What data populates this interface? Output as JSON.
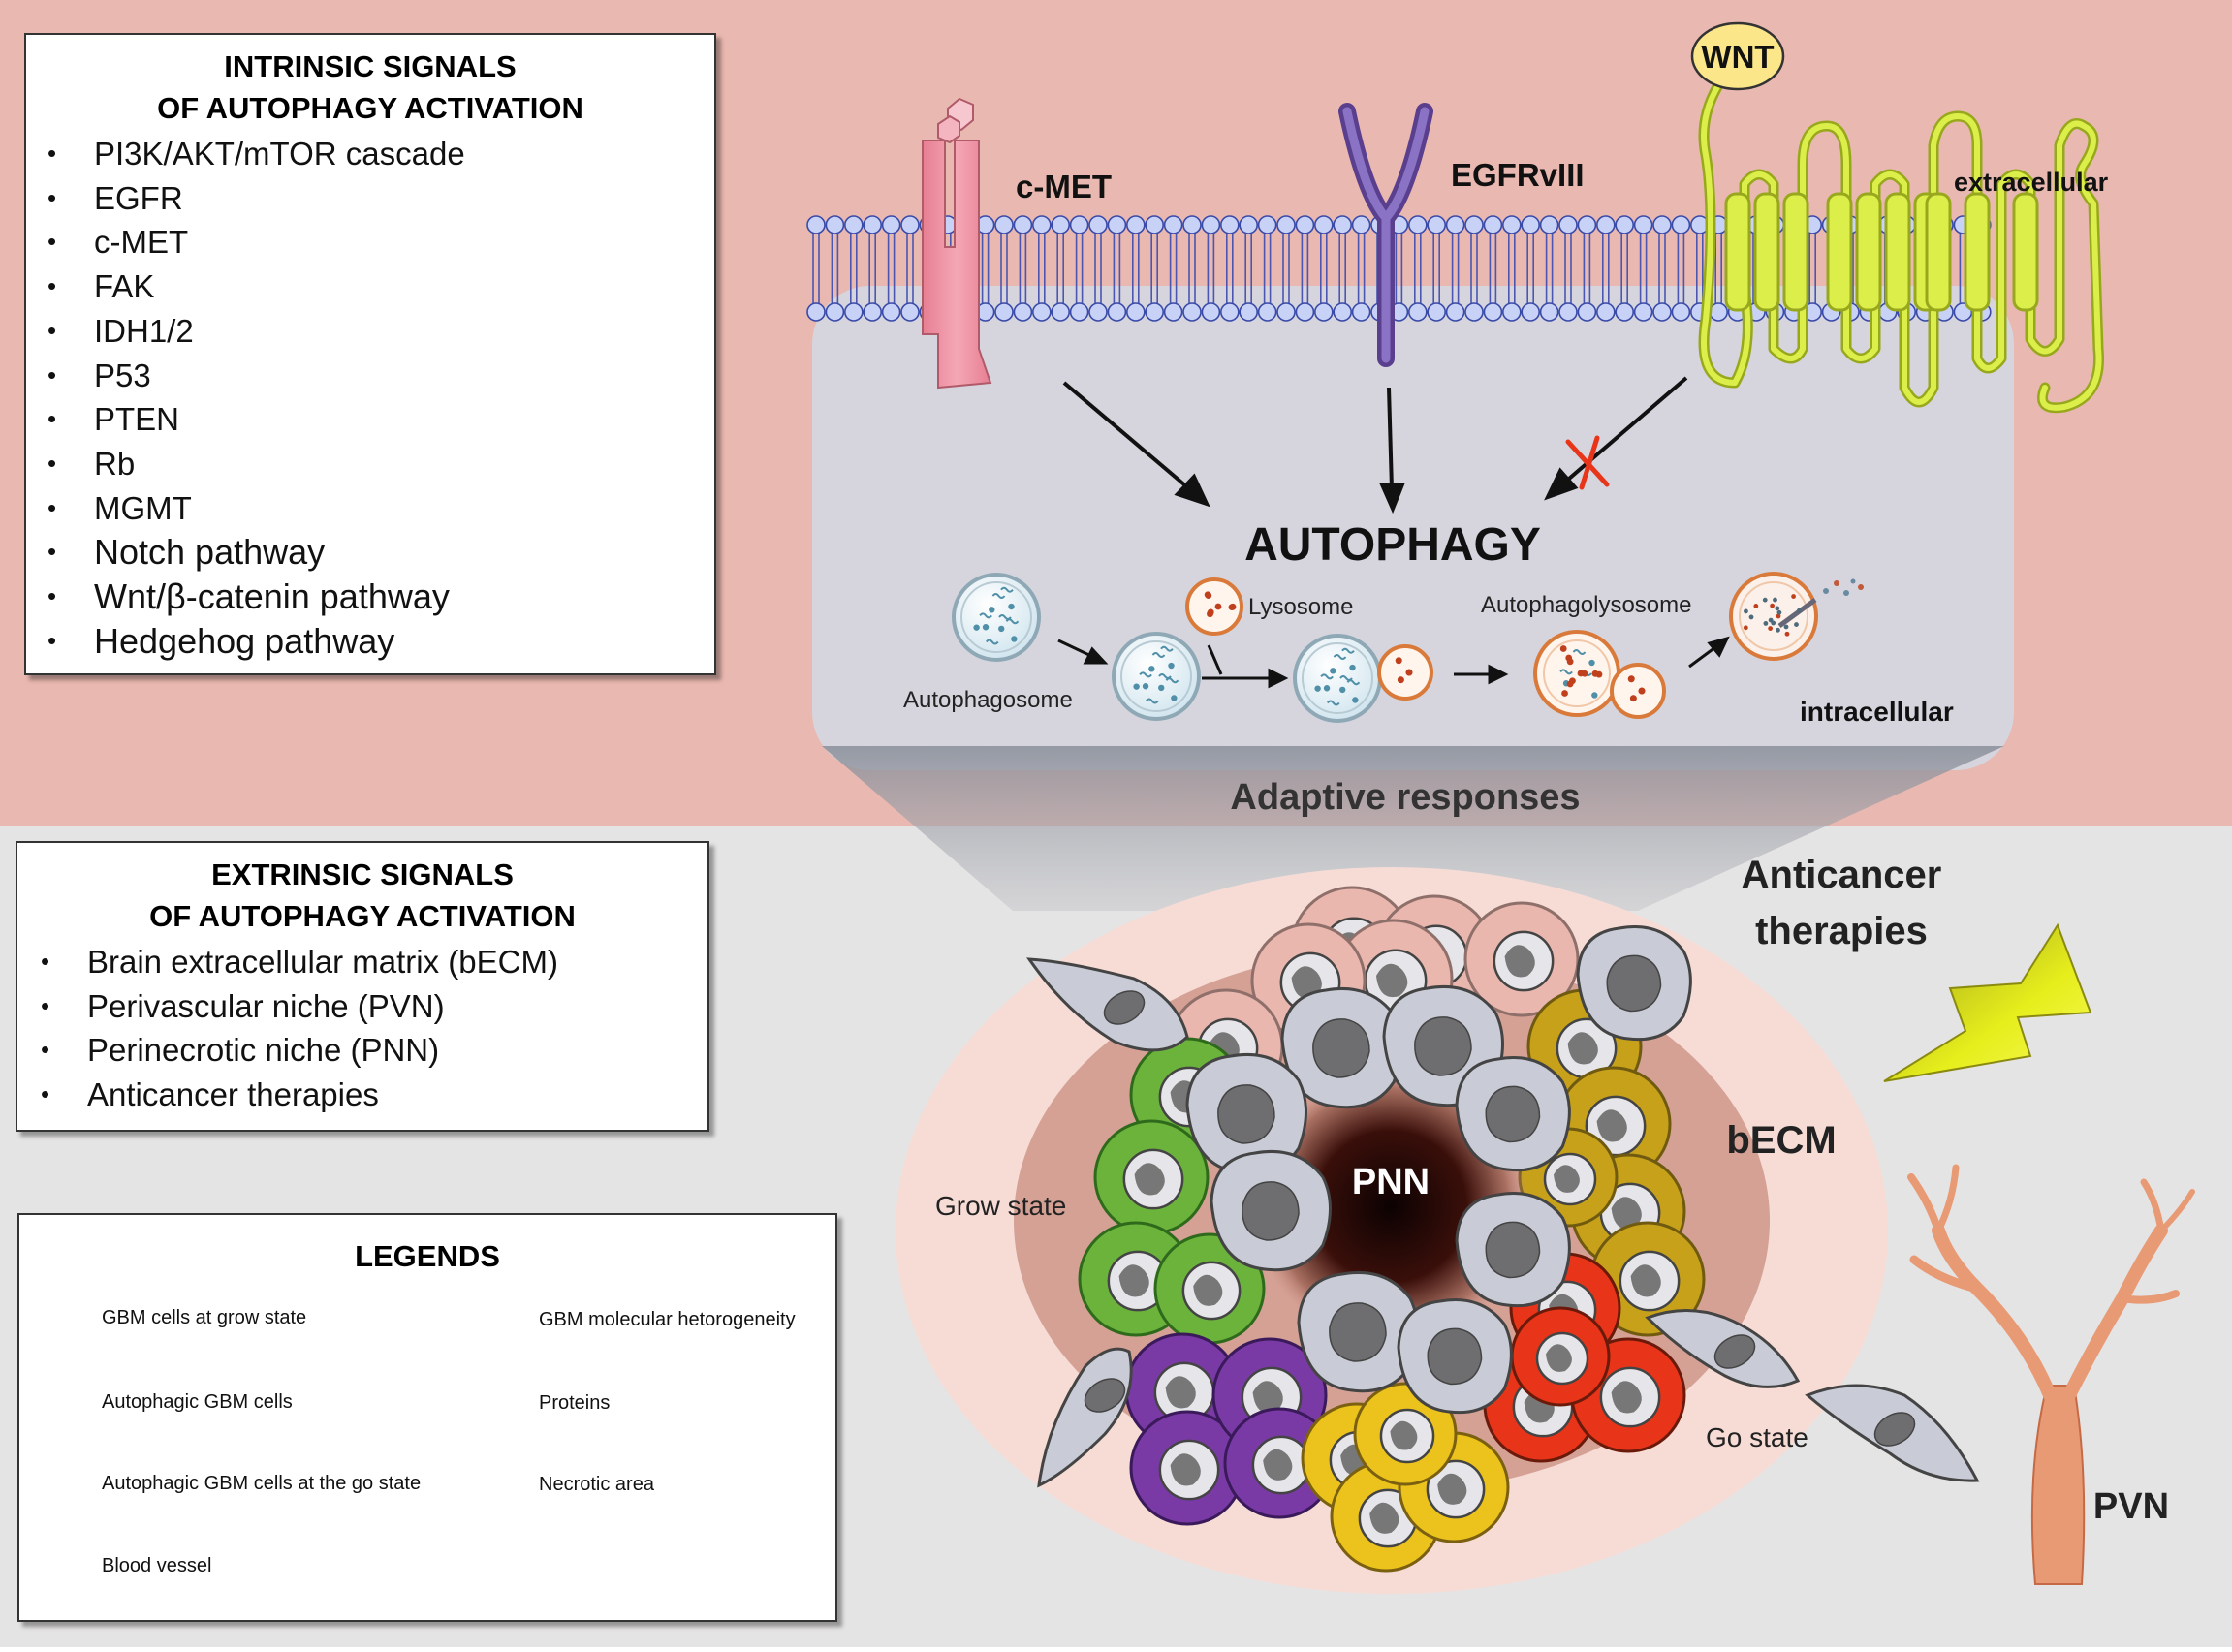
{
  "intrinsic": {
    "title_line1": "INTRINSIC SIGNALS",
    "title_line2": "OF AUTOPHAGY ACTIVATION",
    "items": [
      "PI3K/AKT/mTOR cascade",
      "EGFR",
      "c-MET",
      "FAK",
      "IDH1/2",
      "P53",
      "PTEN",
      "Rb",
      "MGMT",
      "Notch pathway",
      "Wnt/β-catenin pathway",
      "Hedgehog pathway"
    ]
  },
  "extrinsic": {
    "title_line1": "EXTRINSIC SIGNALS",
    "title_line2": "OF AUTOPHAGY ACTIVATION",
    "items": [
      "Brain extracellular matrix (bECM)",
      "Perivascular niche (PVN)",
      "Perinecrotic  niche (PNN)",
      "Anticancer therapies"
    ]
  },
  "legend": {
    "title": "LEGENDS",
    "grow_cells": "GBM cells at grow state",
    "autophagic_cells": "Autophagic GBM cells",
    "go_cells": "Autophagic GBM cells at the go state",
    "blood_vessel": "Blood vessel",
    "heterogeneity": "GBM molecular hetorogeneity",
    "proteins": "Proteins",
    "necrotic": "Necrotic area"
  },
  "receptors": {
    "cmet": "c-MET",
    "egfr": "EGFRvIII",
    "wnt": "WNT"
  },
  "labels": {
    "extracellular": "extracellular",
    "intracellular": "intracellular",
    "autophagy": "AUTOPHAGY",
    "lysosome": "Lysosome",
    "autophagosome": "Autophagosome",
    "autophagolysosome": "Autophagolysosome",
    "adaptive": "Adaptive responses",
    "anticancer_1": "Anticancer",
    "anticancer_2": "therapies",
    "becm": "bECM",
    "pnn": "PNN",
    "grow_state": "Grow state",
    "go_state": "Go state",
    "pvn": "PVN"
  },
  "colors": {
    "top_bg": "#e9b8b0",
    "bottom_bg": "#e5e4e4",
    "cell_interior": "#d6d5de",
    "green": "#6cb33c",
    "purple": "#7a3aa5",
    "yellow": "#ecc31c",
    "olive": "#c7a11a",
    "red": "#e8351a",
    "pink": "#e5a29a",
    "vessel": "#e89a74",
    "lightning": "#e4ee1c"
  }
}
